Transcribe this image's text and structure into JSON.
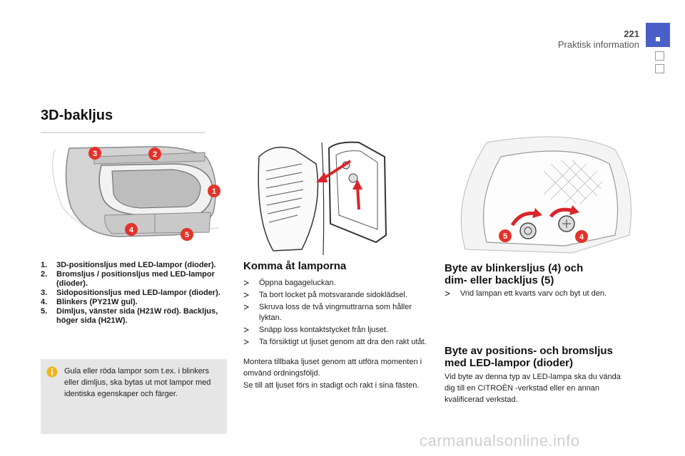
{
  "header": {
    "page_number": "221",
    "chapter": "Praktisk information"
  },
  "section": {
    "title": "3D-bakljus"
  },
  "illustrations": {
    "lamp_callouts": [
      "3",
      "2",
      "1",
      "4",
      "5"
    ],
    "access_callouts": [],
    "bulb_callouts": [
      "5",
      "4"
    ],
    "callout_color": "#e2332b",
    "arrow_color": "#d8262b"
  },
  "lamp_list": [
    {
      "num": "1.",
      "text": "3D-positionsljus med LED-lampor (dioder)."
    },
    {
      "num": "2.",
      "text": "Bromsljus / positionsljus med LED-lampor (dioder)."
    },
    {
      "num": "3.",
      "text": "Sidopositionsljus med LED-lampor (dioder)."
    },
    {
      "num": "4.",
      "text": "Blinkers (PY21W gul)."
    },
    {
      "num": "5.",
      "text": "Dimljus, vänster sida (H21W röd). Backljus, höger sida (H21W)."
    }
  ],
  "note": {
    "icon": "info-icon",
    "text": "Gula eller röda lampor som t.ex. i blinkers eller dimljus, ska bytas ut mot lampor med identiska egenskaper och färger."
  },
  "access": {
    "title": "Komma åt lamporna",
    "bullets": [
      "Öppna bagageluckan.",
      "Ta bort locket på motsvarande sidoklädsel.",
      "Skruva loss de två vingmuttrarna som håller lyktan.",
      "Snäpp loss kontaktstycket från ljuset.",
      "Ta försiktigt ut ljuset genom att dra den rakt utåt."
    ],
    "paragraphs": [
      "Montera tillbaka ljuset genom att utföra momenten i omvänd ordningsföljd.",
      "Se till att ljuset förs in stadigt och rakt i sina fästen."
    ]
  },
  "blinker": {
    "title": "Byte av blinkersljus (4) och dim- eller backljus (5)",
    "bullets": [
      "Vrid lampan ett kvarts varv och byt ut den."
    ]
  },
  "position_brake": {
    "title": "Byte av positions- och bromsljus med LED-lampor (dioder)",
    "text": "Vid byte av denna typ av LED-lampa ska du vända dig till en CITROËN -verkstad eller en annan kvalificerad verkstad."
  },
  "watermark": "carmanualsonline.info"
}
